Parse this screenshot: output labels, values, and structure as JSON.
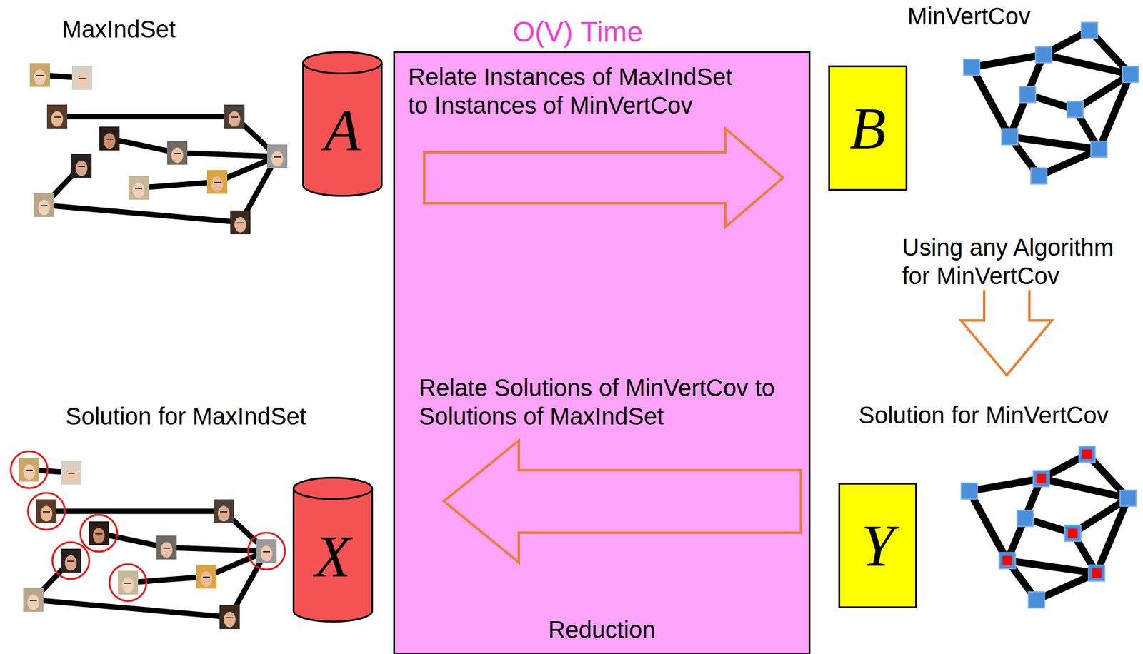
{
  "diagram": {
    "nodes": [
      {
        "text": [
          "A"
        ]
      },
      {
        "text": [
          "O(V) Time",
          "Relate Instances of MaxIndSet to Instances of MinVertCov",
          "Relate Solutions of MinVertCov to Solutions of MaxIndSet",
          "Reduction"
        ]
      },
      {
        "text": [
          "B"
        ]
      },
      {
        "text": [
          "X"
        ]
      },
      {
        "text": [
          "Y"
        ]
      }
    ],
    "labels": [
      "MaxIndSet",
      "MinVertCov",
      "Using any Algorithm for MinVertCov",
      "Solution for MaxIndSet",
      "Solution for MinVertCov"
    ]
  }
}
